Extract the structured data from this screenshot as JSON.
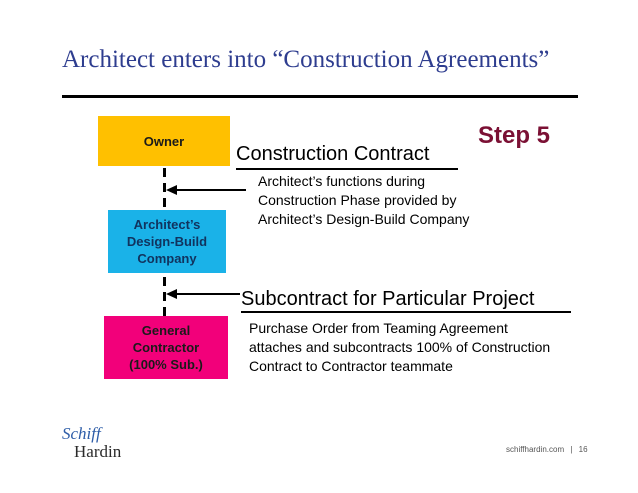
{
  "title": "Architect enters into “Construction Agreements”",
  "step": "Step 5",
  "boxes": {
    "owner": "Owner",
    "architect": [
      "Architect’s",
      "Design-Build",
      "Company"
    ],
    "gc": [
      "General",
      "Contractor",
      "(100% Sub.)"
    ]
  },
  "construction": {
    "heading": "Construction Contract",
    "lines": [
      "Architect’s functions during",
      "Construction Phase provided by",
      "Architect’s Design-Build Company"
    ]
  },
  "subcontract": {
    "heading": "Subcontract for Particular Project",
    "lines": [
      "Purchase Order from Teaming Agreement",
      "attaches and subcontracts 100% of Construction",
      "Contract to Contractor teammate"
    ]
  },
  "logo": {
    "line1": "Schiff",
    "line2": "Hardin"
  },
  "footer": {
    "site": "schiffhardin.com",
    "sep": "|",
    "page": "16"
  },
  "colors": {
    "title": "#2e3d8f",
    "owner": "#ffc000",
    "architect": "#1ab2e8",
    "gc": "#f2007a",
    "step": "#7b1034"
  }
}
